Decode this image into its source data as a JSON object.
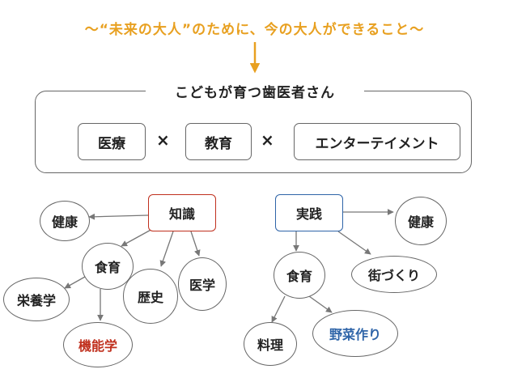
{
  "headline": "〜“未来の大人”のために、今の大人ができること〜",
  "subtitle": "こどもが育つ歯医者さん",
  "pillars": [
    "医療",
    "教育",
    "エンターテイメント"
  ],
  "times_symbol": "×",
  "left_tree": {
    "root": "知識",
    "nodes": {
      "health": "健康",
      "shokuiku": "食育",
      "eiyougaku": "栄養学",
      "rekishi": "歴史",
      "igaku": "医学",
      "kinougaku": "機能学"
    }
  },
  "right_tree": {
    "root": "実践",
    "nodes": {
      "health": "健康",
      "shokuiku": "食育",
      "machizukuri": "街づくり",
      "ryouri": "料理",
      "yasai": "野菜作り"
    }
  },
  "colors": {
    "orange": "#e8a020",
    "red": "#c0301e",
    "blue": "#2e64a8",
    "line": "#777777"
  }
}
